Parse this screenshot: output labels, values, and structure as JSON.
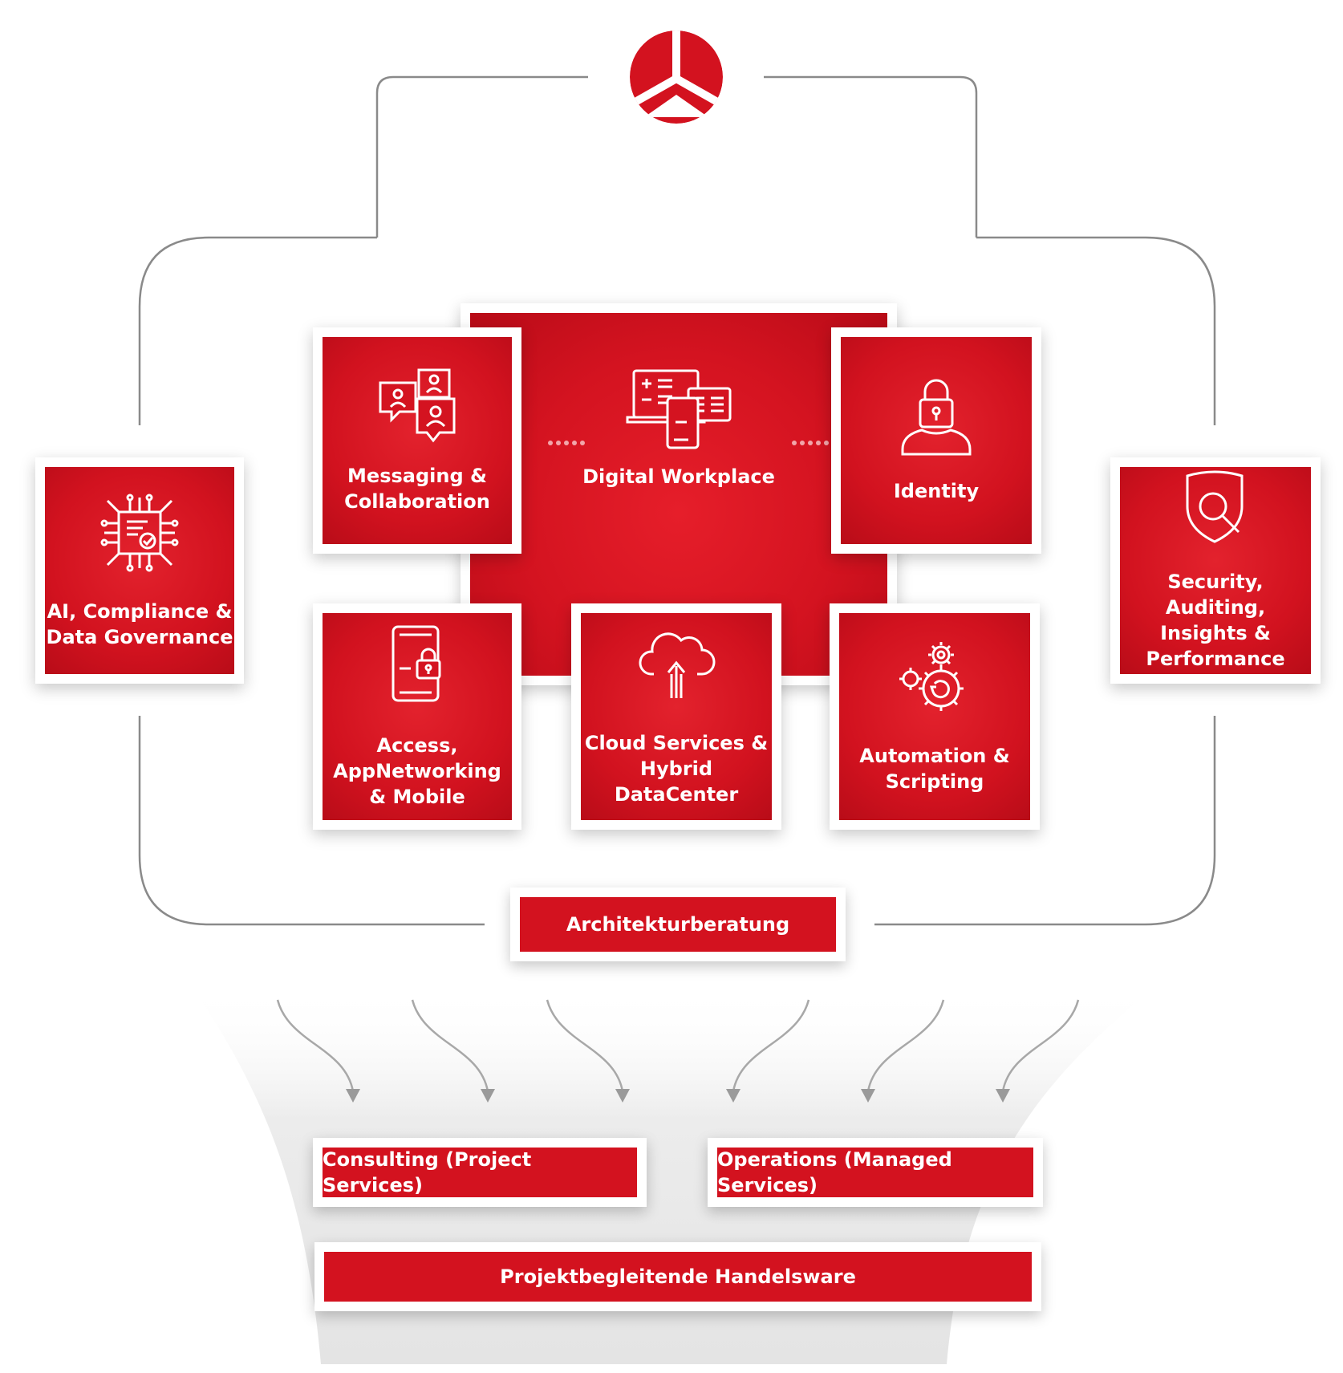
{
  "diagram": {
    "logo": "brand-logo",
    "center": {
      "label": "Digital Workplace",
      "icon": "devices-icon"
    },
    "cards": [
      {
        "id": "messaging",
        "label": "Messaging &\nCollaboration",
        "icon": "chat-users-icon"
      },
      {
        "id": "identity",
        "label": "Identity",
        "icon": "user-lock-icon"
      },
      {
        "id": "ai",
        "label": "AI, Compliance &\nData Governance",
        "icon": "chip-check-icon"
      },
      {
        "id": "security",
        "label": "Security, Auditing,\nInsights &\nPerformance",
        "icon": "shield-search-icon"
      },
      {
        "id": "access",
        "label": "Access,\nAppNetworking\n& Mobile",
        "icon": "mobile-lock-icon"
      },
      {
        "id": "cloud",
        "label": "Cloud Services &\nHybrid DataCenter",
        "icon": "cloud-upload-icon"
      },
      {
        "id": "automation",
        "label": "Automation &\nScripting",
        "icon": "gears-icon"
      }
    ],
    "architecture": "Architekturberatung",
    "consulting": "Consulting (Project Services)",
    "operations": "Operations (Managed Services)",
    "trade": "Projektbegleitende Handelsware",
    "colors": {
      "red": "#d3121f",
      "line": "#8a8a8a",
      "arrow": "#9a9a9a"
    }
  }
}
